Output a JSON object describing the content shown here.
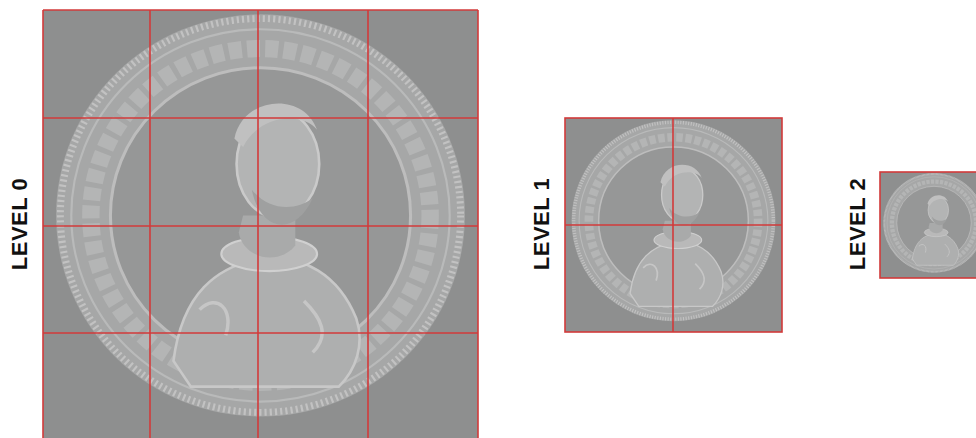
{
  "diagram": {
    "labels": [
      "LEVEL 0",
      "LEVEL 1",
      "LEVEL 2"
    ]
  }
}
